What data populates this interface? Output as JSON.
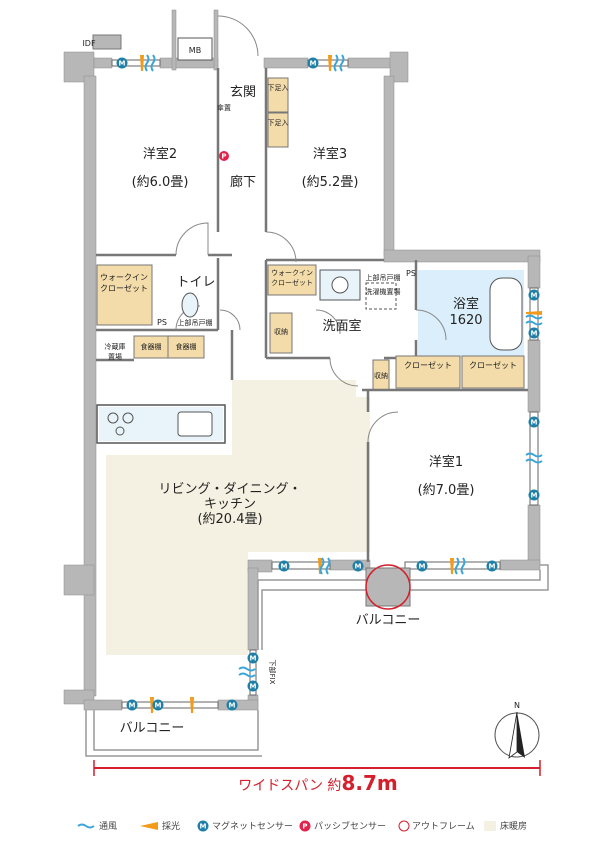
{
  "rooms": {
    "bedroom2": {
      "name": "洋室2",
      "size": "(約6.0畳)"
    },
    "bedroom3": {
      "name": "洋室3",
      "size": "(約5.2畳)"
    },
    "bedroom1": {
      "name": "洋室1",
      "size": "(約7.0畳)"
    },
    "entrance": "玄関",
    "hallway": "廊下",
    "toilet": "トイレ",
    "washroom": "洗面室",
    "bathroom": {
      "name": "浴室",
      "size": "1620"
    },
    "ldk": {
      "line1": "リビング・ダイニング・",
      "line2": "キッチン",
      "size": "(約20.4畳)"
    },
    "balcony_left": "バルコニー",
    "balcony_right": "バルコニー"
  },
  "labels": {
    "idf": "IDF",
    "mb": "MB",
    "ps1": "PS",
    "ps2": "PS",
    "walkin1": [
      "ウォークイン",
      "クローゼット"
    ],
    "walkin2": [
      "ウォークイン",
      "クローゼット"
    ],
    "shoe1": "下足入",
    "shoe2": "下足入",
    "umbrella": "傘置",
    "upper_cabinet1": "上部吊戸棚",
    "upper_cabinet2": "上部吊戸棚",
    "laundry": "洗濯機置場",
    "storage1": "収納",
    "storage2": "収納",
    "closet1": "クローゼット",
    "closet2": "クローゼット",
    "fridge": [
      "冷蔵庫",
      "置場"
    ],
    "pantry1": "食器棚",
    "pantry2": "食器棚",
    "fix": "下部FIX",
    "p_marker": "P",
    "m_marker": "M"
  },
  "wide_span": {
    "prefix": "ワイドスパン 約",
    "value": "8.7m"
  },
  "legend": [
    {
      "icon": "wind-icon",
      "label": "通風"
    },
    {
      "icon": "light-icon",
      "label": "採光"
    },
    {
      "icon": "magnet-sensor-icon",
      "label": "マグネットセンサー"
    },
    {
      "icon": "passive-sensor-icon",
      "label": "パッシブセンサー"
    },
    {
      "icon": "outframe-icon",
      "label": "アウトフレーム"
    },
    {
      "icon": "floor-heating-icon",
      "label": "床暖房"
    }
  ],
  "compass": "N",
  "colors": {
    "wall": "#b7b7b7",
    "wall_dark": "#9a9a9a",
    "floor_heating": "#f4f1e2",
    "closet": "#f3dcaa",
    "bath": "#dbeefb",
    "wind": "#3aa6d8",
    "light": "#f39a18",
    "magnet": "#1f7fa6",
    "passive": "#e2224c",
    "outframe": "#d4202c",
    "span": "#d4202c"
  }
}
